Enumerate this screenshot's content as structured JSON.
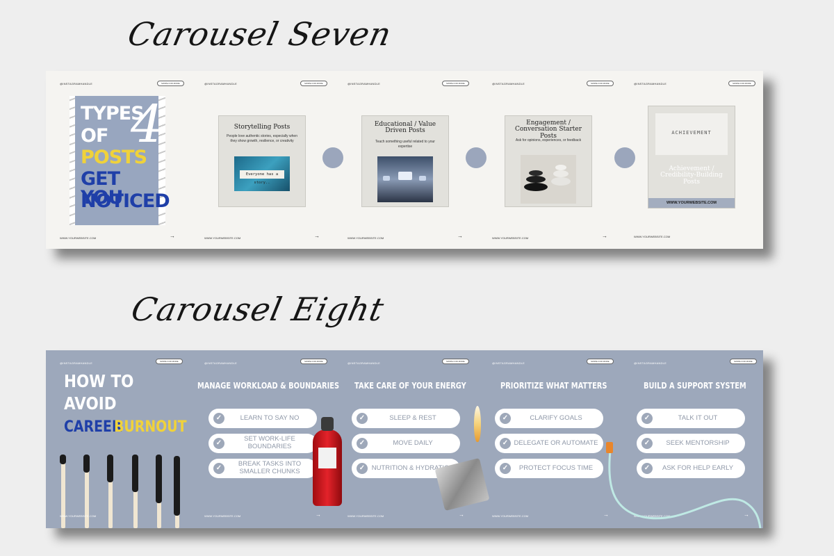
{
  "titles": {
    "seven": "Carousel Seven",
    "eight": "Carousel Eight"
  },
  "common": {
    "handle": "@INSTAGRAMHANDLE",
    "swipe": "SWIPE FOR MORE",
    "site": "WWW.YOURWEBSITE.COM",
    "arrow": "→"
  },
  "seven": {
    "cover": {
      "line1": "TYPES",
      "line2": "OF",
      "line3": "POSTS",
      "line4": "GET YOU",
      "line5": "NOTICED",
      "number": "4"
    },
    "slides": [
      {
        "title": "Storytelling Posts",
        "desc": "People love authentic stories, especially when they show growth, resilience, or creativity",
        "photo_text": "Everyone has a story.."
      },
      {
        "title": "Educational / Value Driven Posts",
        "desc": "Teach something useful related to your expertise"
      },
      {
        "title": "Engagement / Conversation Starter Posts",
        "desc": "Ask for opinions, experiences, or feedback"
      },
      {
        "title": "Achievement / Credibility-Building Posts",
        "photo_text": "ACHIEVEMENT",
        "footer": "WWW.YOURWEBSITE.COM"
      }
    ]
  },
  "eight": {
    "cover": {
      "line1": "HOW TO",
      "line2": "AVOID",
      "word_blue": "CAREER",
      "word_yellow": "BURNOUT"
    },
    "slides": [
      {
        "heading": "MANAGE WORKLOAD & BOUNDARIES",
        "items": [
          "LEARN TO SAY NO",
          "SET WORK-LIFE BOUNDARIES",
          "BREAK TASKS INTO SMALLER CHUNKS"
        ]
      },
      {
        "heading": "TAKE CARE OF YOUR ENERGY",
        "items": [
          "SLEEP & REST",
          "MOVE DAILY",
          "NUTRITION & HYDRATION"
        ]
      },
      {
        "heading": "PRIORITIZE WHAT MATTERS",
        "items": [
          "CLARIFY GOALS",
          "DELEGATE OR AUTOMATE",
          "PROTECT FOCUS TIME"
        ]
      },
      {
        "heading": "BUILD A SUPPORT SYSTEM",
        "items": [
          "TALK IT OUT",
          "SEEK MENTORSHIP",
          "ASK FOR HELP EARLY"
        ]
      }
    ]
  },
  "colors": {
    "blue": "#1f3fa8",
    "yellow": "#f0d23a",
    "slate": "#9da8bb",
    "paper": "#f5f4f1"
  }
}
